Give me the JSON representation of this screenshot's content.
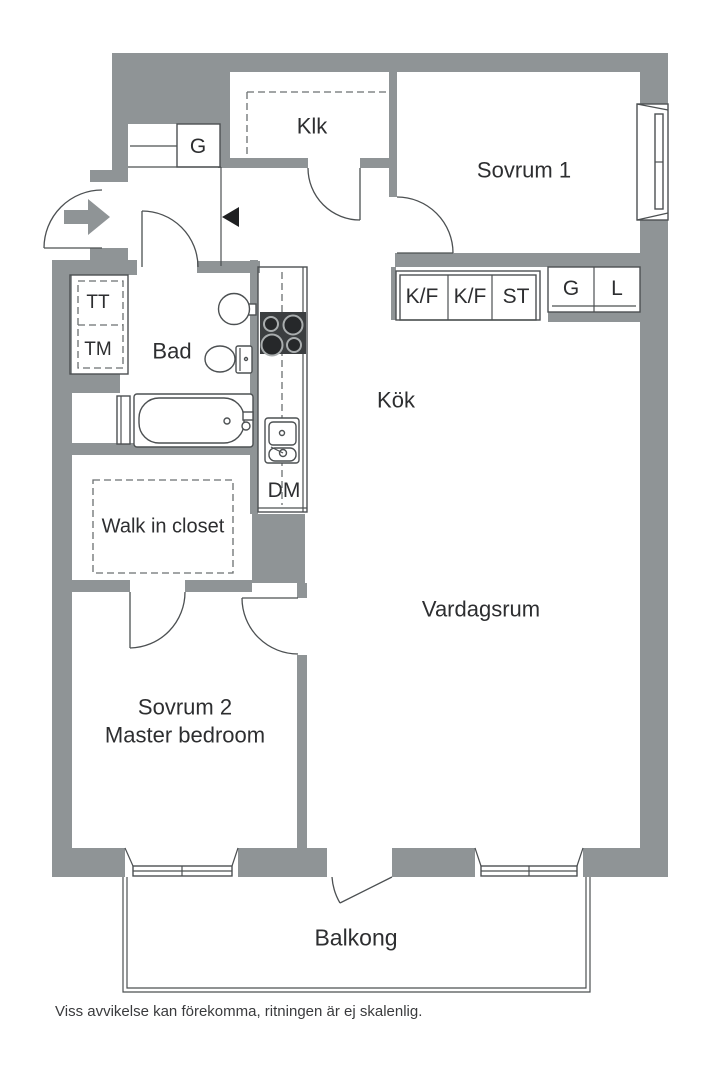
{
  "colors": {
    "wall": "#8F9496",
    "line": "#4C5052",
    "dash": "#6B6F71",
    "text": "#2D2E30",
    "muted": "#3A3B3D",
    "stove": "#3B3E40",
    "burner": "#26282A",
    "burner_ring": "#A9ADAE"
  },
  "labels": {
    "klk": "Klk",
    "hall_wardrobe": "G",
    "dryer": "TT",
    "washer": "TM",
    "bathroom": "Bad",
    "bedroom1": "Sovrum 1",
    "fridge_freezer_1": "K/F",
    "fridge_freezer_2": "K/F",
    "tall_cabinet": "ST",
    "wardrobe_g": "G",
    "wardrobe_l": "L",
    "kitchen": "Kök",
    "dishwasher": "DM",
    "walk_in_closet": "Walk in closet",
    "bedroom2_line1": "Sovrum 2",
    "bedroom2_line2": "Master bedroom",
    "living_room": "Vardagsrum",
    "balcony": "Balkong",
    "disclaimer": "Viss avvikelse kan förekomma, ritningen är ej skalenlig."
  }
}
